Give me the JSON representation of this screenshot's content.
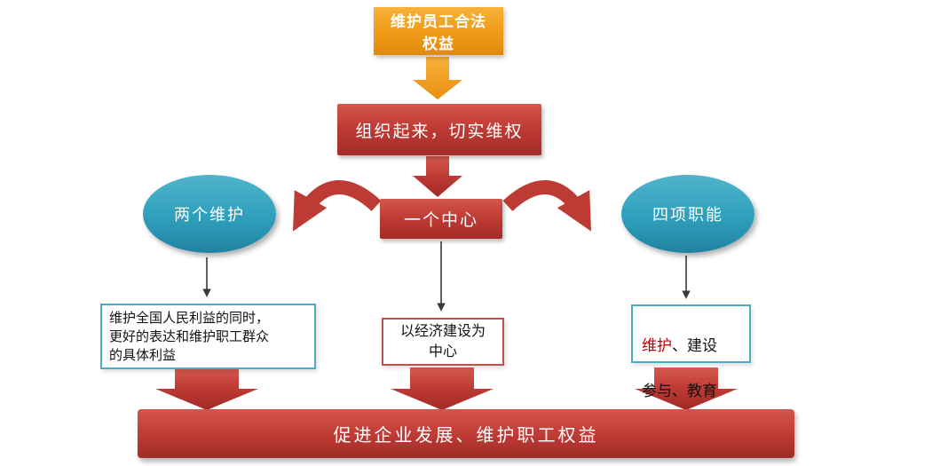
{
  "colors": {
    "orange": "#F09A17",
    "red": "#BE3A34",
    "teal": "#2F9FBC",
    "teal_border": "#4BACC6",
    "red_border": "#C0504D",
    "highlight_red_text": "#C00000"
  },
  "nodes": {
    "top_box": "维护员工合法\n权益",
    "organize_box": "组织起来，切实维权",
    "center_box": "一个中心",
    "left_ellipse": "两个维护",
    "right_ellipse": "四项职能",
    "left_detail": "维护全国人民利益的同时，\n更好的表达和维护职工群众\n的具体利益",
    "center_detail": "以经济建设为\n中心",
    "right_detail_red": "维护",
    "right_detail_line1_rest": "、建设",
    "right_detail_line2": "参与、教育",
    "bottom_bar": "促进企业发展、维护职工权益"
  }
}
